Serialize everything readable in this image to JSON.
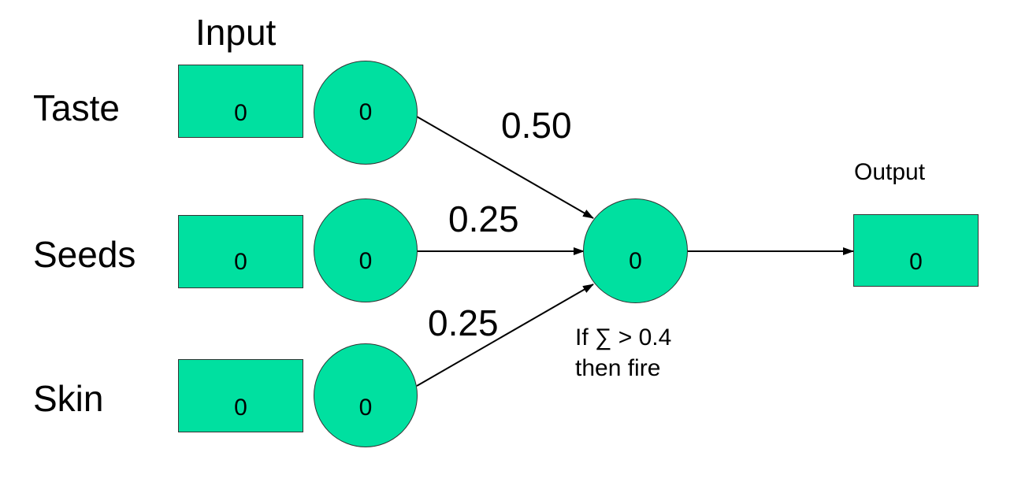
{
  "colors": {
    "node_fill": "#00E0A0",
    "stroke": "#333333",
    "text": "#000000"
  },
  "input_header": "Input",
  "output_header": "Output",
  "inputs": [
    {
      "label": "Taste",
      "box_value": "0",
      "node_value": "0",
      "weight": "0.50"
    },
    {
      "label": "Seeds",
      "box_value": "0",
      "node_value": "0",
      "weight": "0.25"
    },
    {
      "label": "Skin",
      "box_value": "0",
      "node_value": "0",
      "weight": "0.25"
    }
  ],
  "hidden_node_value": "0",
  "rule": {
    "line1": "If ∑ > 0.4",
    "line2": "then fire"
  },
  "output_box_value": "0"
}
